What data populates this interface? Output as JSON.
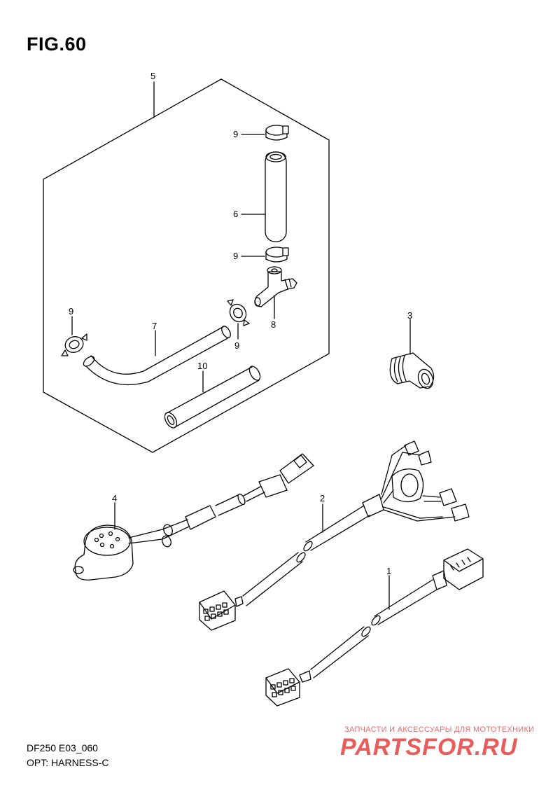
{
  "title": "FIG.60",
  "footer": {
    "code": "DF250 E03_060",
    "description": "OPT: HARNESS-C"
  },
  "watermark": {
    "tagline": "ЗАПЧАСТИ И АКСЕССУАРЫ ДЛЯ МОТОТЕХНИКИ",
    "brand": "PARTSFOR.RU"
  },
  "callouts": {
    "c5": "5",
    "c9a": "9",
    "c6": "6",
    "c9b": "9",
    "c8": "8",
    "c9c": "9",
    "c9d": "9",
    "c7": "7",
    "c10": "10",
    "c3": "3",
    "c4": "4",
    "c2": "2",
    "c1": "1"
  },
  "colors": {
    "line": "#000000",
    "watermark": "#e64b4b"
  }
}
